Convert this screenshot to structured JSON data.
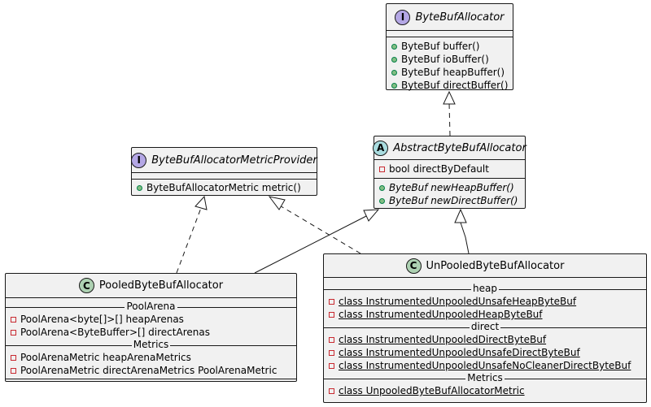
{
  "classes": {
    "byte_buf_allocator": {
      "badge": "I",
      "badge_color": "#b4a7e5",
      "name": "ByteBufAllocator",
      "methods": [
        "ByteBuf buffer()",
        "ByteBuf ioBuffer()",
        "ByteBuf heapBuffer()",
        "ByteBuf directBuffer()"
      ]
    },
    "abstract_allocator": {
      "badge": "A",
      "badge_color": "#a9dcdf",
      "name": "AbstractByteBufAllocator",
      "fields": [
        "bool directByDefault"
      ],
      "methods": [
        "ByteBuf newHeapBuffer()",
        "ByteBuf newDirectBuffer()"
      ]
    },
    "metric_provider": {
      "badge": "I",
      "badge_color": "#b4a7e5",
      "name": "ByteBufAllocatorMetricProvider",
      "methods": [
        "ByteBufAllocatorMetric metric()"
      ]
    },
    "pooled_allocator": {
      "badge": "C",
      "badge_color": "#add1b2",
      "name": "PooledByteBufAllocator",
      "groups": [
        {
          "title": "PoolArena",
          "items": [
            "PoolArena<byte[]>[] heapArenas",
            "PoolArena<ByteBuffer>[] directArenas"
          ]
        },
        {
          "title": "Metrics",
          "items": [
            "PoolArenaMetric heapArenaMetrics",
            "PoolArenaMetric directArenaMetrics PoolArenaMetric"
          ]
        }
      ]
    },
    "unpooled_allocator": {
      "badge": "C",
      "badge_color": "#add1b2",
      "name": "UnPooledByteBufAllocator",
      "groups": [
        {
          "title": "heap",
          "items": [
            "class InstrumentedUnpooledUnsafeHeapByteBuf",
            "class InstrumentedUnpooledHeapByteBuf"
          ]
        },
        {
          "title": "direct",
          "items": [
            "class InstrumentedUnpooledDirectByteBuf",
            "class InstrumentedUnpooledUnsafeDirectByteBuf",
            "class InstrumentedUnpooledUnsafeNoCleanerDirectByteBuf"
          ]
        },
        {
          "title": "Metrics",
          "items": [
            "class UnpooledByteBufAllocatorMetric"
          ]
        }
      ]
    }
  },
  "colors": {
    "box_fill": "#f1f1f1",
    "border": "#181818",
    "public_marker": "#84be84",
    "private_marker": "#c82930"
  }
}
